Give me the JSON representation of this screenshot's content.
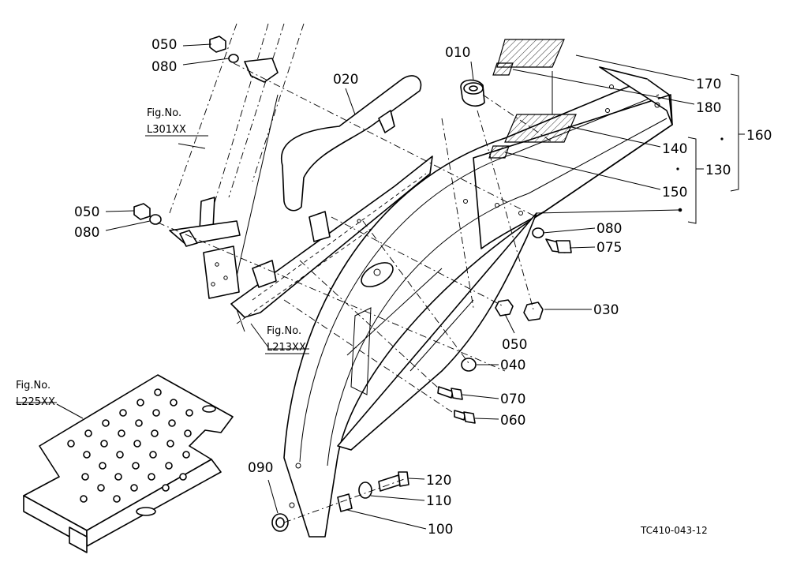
{
  "parts": {
    "p010": "010",
    "p020": "020",
    "p030": "030",
    "p040": "040",
    "p050a": "050",
    "p050b": "050",
    "p050c": "050",
    "p060": "060",
    "p070": "070",
    "p075": "075",
    "p080a": "080",
    "p080b": "080",
    "p080c": "080",
    "p090": "090",
    "p100": "100",
    "p110": "110",
    "p120": "120",
    "p130": "130",
    "p140": "140",
    "p150": "150",
    "p160": "160",
    "p170": "170",
    "p180": "180"
  },
  "figures": {
    "l301": {
      "title": "Fig.No.",
      "code": "L301XX"
    },
    "l213": {
      "title": "Fig.No.",
      "code": "L213XX"
    },
    "l225": {
      "title": "Fig.No.",
      "code": "L225XX"
    }
  },
  "drawing_code": "TC410-043-12"
}
